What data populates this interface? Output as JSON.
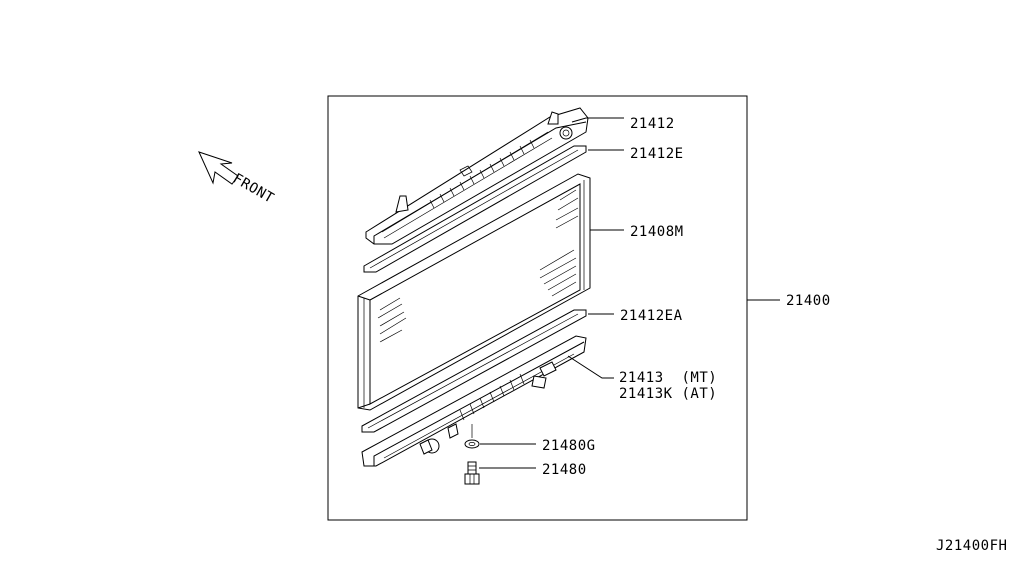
{
  "diagram": {
    "front_label": "FRONT",
    "footer_code": "J21400FH",
    "parts": {
      "p21412": "21412",
      "p21412E": "21412E",
      "p21408M": "21408M",
      "p21400": "21400",
      "p21412EA": "21412EA",
      "p21413_mt": "21413  (MT)",
      "p21413K_at": "21413K (AT)",
      "p21480G": "21480G",
      "p21480": "21480"
    }
  }
}
